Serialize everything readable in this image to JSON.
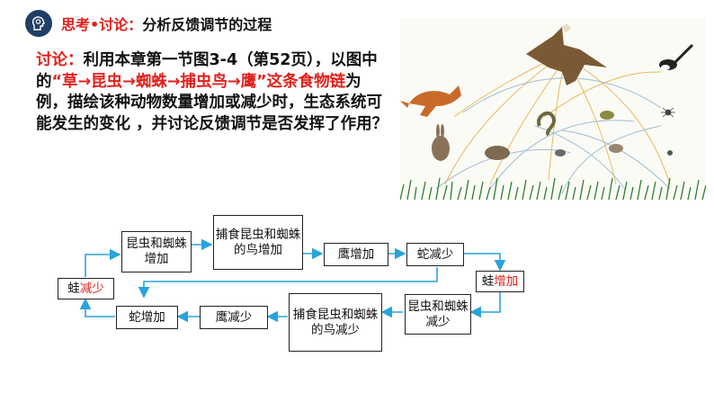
{
  "header": {
    "title_prefix": "思考•讨论：",
    "title_main": "分析反馈调节的过程",
    "icon": "brain-head-icon"
  },
  "discussion": {
    "label": "讨论：",
    "part1": "利用本章第一节图3-4（第52页），以图中的",
    "chain": "“草→昆虫→蜘蛛→捕虫鸟→鹰”这条食物链",
    "part2": "为例，描绘该种动物数量增加或减少时，生态系统可能发生的变化 ，并讨论反馈调节是否发挥了作用？"
  },
  "figure": {
    "description_icon": "food-web-illustration"
  },
  "flow": {
    "b1": "昆虫和蜘蛛增加",
    "b2": "捕食昆虫和蜘蛛的鸟增加",
    "b3": "鹰增加",
    "b4": "蛇减少",
    "b5_prefix": "蛙",
    "b5_red": "增加",
    "b6": "昆虫和蜘蛛减少",
    "b7": "捕食昆虫和蜘蛛的鸟减少",
    "b8": "鹰减少",
    "b9": "蛇增加",
    "b10_prefix": "蛙",
    "b10_red": "减少"
  },
  "colors": {
    "accent_red": "#e0201c",
    "arrow_blue": "#29a3dc",
    "icon_navy": "#1f3f66"
  }
}
